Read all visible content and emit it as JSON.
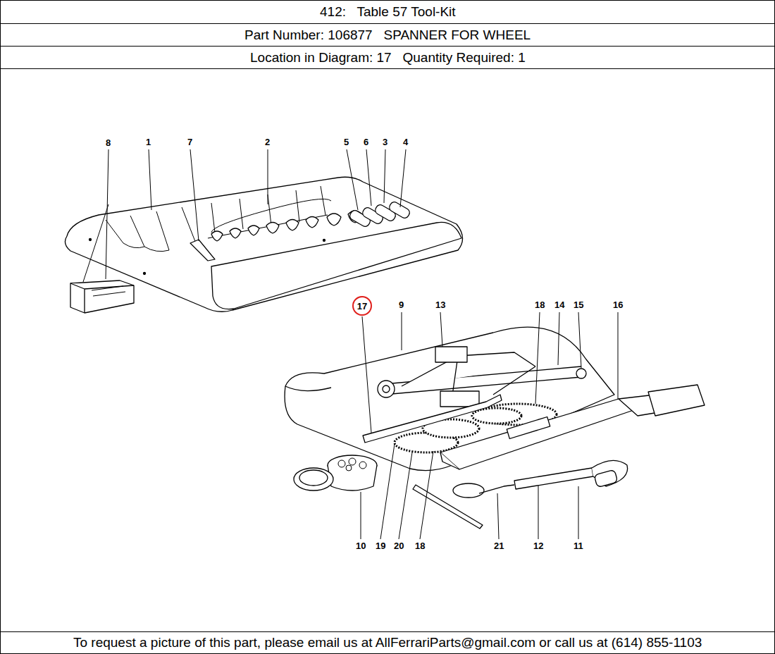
{
  "diagram": {
    "title": "412:   Table 57 Tool-Kit",
    "caption": "To request a picture of this part, please email us at AllFerrariParts@gmail.com or call us at (614) 855-1103",
    "nodes": [
      {
        "text": [
          "17"
        ]
      }
    ],
    "labels": [
      "Part Number: 106877   SPANNER FOR WHEEL",
      "Location in Diagram: 17   Quantity Required: 1",
      "8",
      "1",
      "7",
      "2",
      "5",
      "6",
      "3",
      "4",
      "9",
      "13",
      "18",
      "14",
      "15",
      "16",
      "10",
      "19",
      "20",
      "18",
      "21",
      "12",
      "11"
    ]
  }
}
